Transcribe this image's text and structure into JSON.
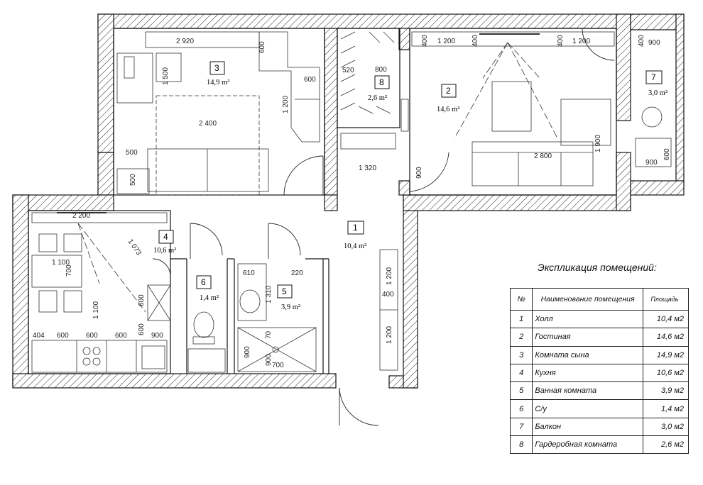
{
  "rooms": [
    {
      "num": "1",
      "area": "10,4 m²"
    },
    {
      "num": "2",
      "area": "14,6 m²"
    },
    {
      "num": "3",
      "area": "14,9 m²"
    },
    {
      "num": "4",
      "area": "10,6 m²"
    },
    {
      "num": "5",
      "area": "3,9 m²"
    },
    {
      "num": "6",
      "area": "1,4 m²"
    },
    {
      "num": "7",
      "area": "3,0 m²"
    },
    {
      "num": "8",
      "area": "2,6 m²"
    }
  ],
  "dims": {
    "d2920": "2 920",
    "d600a": "600",
    "d1500": "1 500",
    "d600b": "600",
    "d1200a": "1 200",
    "d2400": "2 400",
    "d500a": "500",
    "d500b": "500",
    "d520": "520",
    "d800": "800",
    "d1320": "1 320",
    "d900a": "900",
    "d400a": "400",
    "d1200b": "1 200",
    "d400b": "400",
    "d400c": "400",
    "d1200c": "1 200",
    "d400d": "400",
    "d900b": "900",
    "d600c": "600",
    "d900c": "900",
    "d2800": "2 800",
    "d1900": "1 900",
    "d2200": "2 200",
    "d1073": "1 073",
    "d1100a": "1 100",
    "d700a": "700",
    "d1100b": "1 100",
    "d600d": "600",
    "d600e": "600",
    "d404": "404",
    "d600f": "600",
    "d600g": "600",
    "d600h": "600",
    "d900d": "900",
    "d610": "610",
    "d1310": "1 310",
    "d220": "220",
    "d70": "70",
    "d900e": "900",
    "d900f": "900",
    "d700b": "700",
    "d1200d": "1 200",
    "d400e": "400",
    "d1200e": "1 200"
  },
  "legend": {
    "title": "Экспликация помещений:",
    "headers": {
      "no": "№",
      "name": "Наименование помещения",
      "area": "Площадь"
    },
    "rows": [
      {
        "no": "1",
        "name": "Холл",
        "area": "10,4 м2"
      },
      {
        "no": "2",
        "name": "Гостиная",
        "area": "14,6 м2"
      },
      {
        "no": "3",
        "name": "Комната сына",
        "area": "14,9 м2"
      },
      {
        "no": "4",
        "name": "Кухня",
        "area": "10,6 м2"
      },
      {
        "no": "5",
        "name": "Ванная комната",
        "area": "3,9 м2"
      },
      {
        "no": "6",
        "name": "С/у",
        "area": "1,4 м2"
      },
      {
        "no": "7",
        "name": "Балкон",
        "area": "3,0 м2"
      },
      {
        "no": "8",
        "name": "Гардеробная комната",
        "area": "2,6 м2"
      }
    ]
  }
}
